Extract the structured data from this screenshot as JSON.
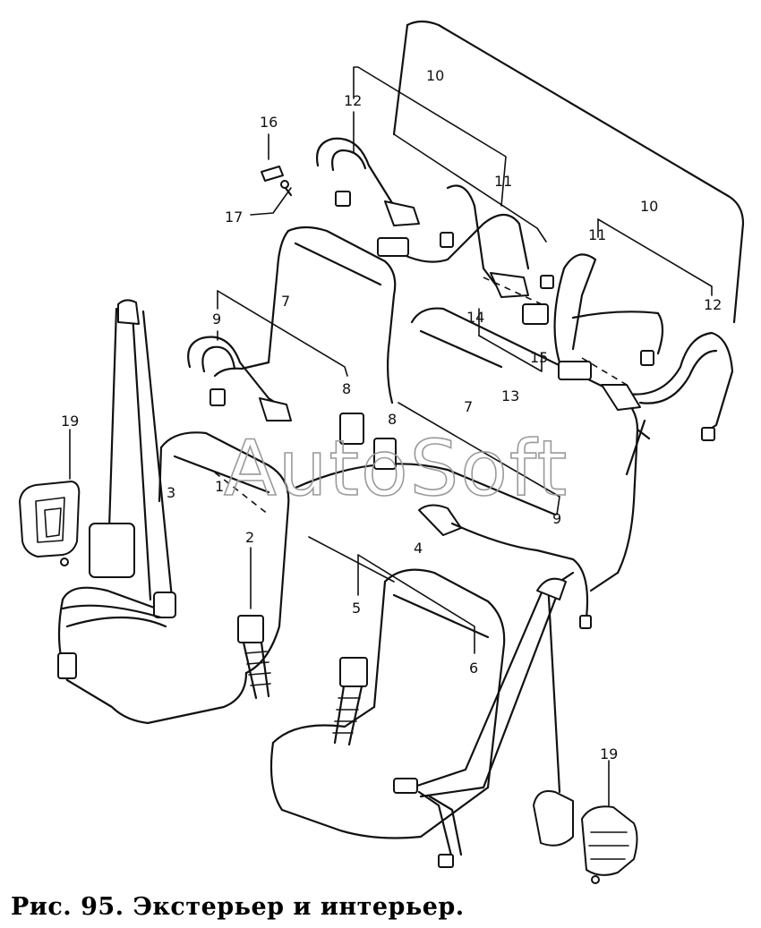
{
  "caption": "Рис. 95. Экстерьер и интерьер.",
  "watermark": "AutoSoft",
  "callouts": {
    "c1": "1",
    "c2": "2",
    "c3": "3",
    "c4": "4",
    "c5": "5",
    "c6": "6",
    "c7a": "7",
    "c7b": "7",
    "c8a": "8",
    "c8b": "8",
    "c9a": "9",
    "c9b": "9",
    "c10a": "10",
    "c10b": "10",
    "c11a": "11",
    "c11b": "11",
    "c12a": "12",
    "c12b": "12",
    "c13": "13",
    "c14": "14",
    "c15": "15",
    "c16": "16",
    "c17": "17",
    "c19a": "19",
    "c19b": "19"
  }
}
